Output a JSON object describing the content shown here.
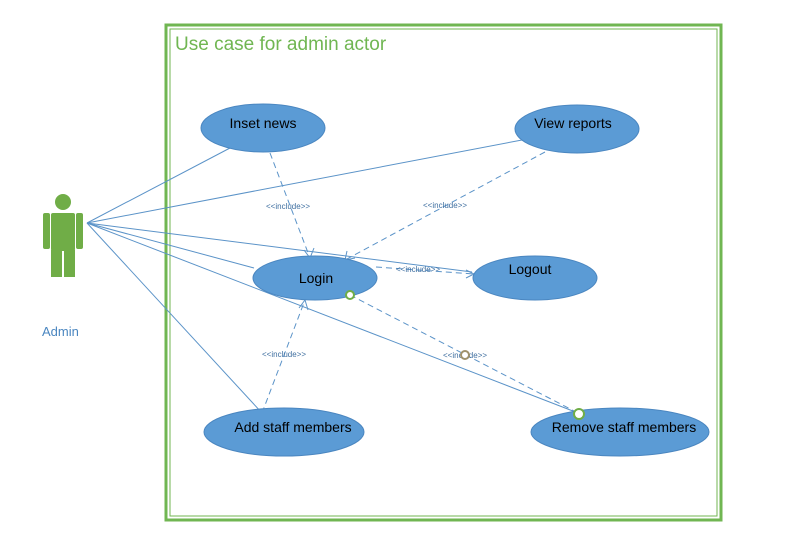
{
  "diagram": {
    "title": "Use case for admin actor",
    "actor": {
      "label": "Admin"
    },
    "use_cases": {
      "inset_news": "Inset news",
      "view_reports": "View reports",
      "login": "Login",
      "logout": "Logout",
      "add_staff": "Add staff members",
      "remove_staff": "Remove staff members"
    },
    "relations": {
      "include_inset_news": "<<include>>",
      "include_view_reports": "<<include>>",
      "include_logout": "<<include>>",
      "include_add_staff": "<<include>>",
      "include_remove_staff": "<<include>>"
    }
  },
  "colors": {
    "frame": "#70b652",
    "use_case_fill": "#5b9bd5",
    "actor": "#70ad47",
    "line": "#5b93c8"
  }
}
